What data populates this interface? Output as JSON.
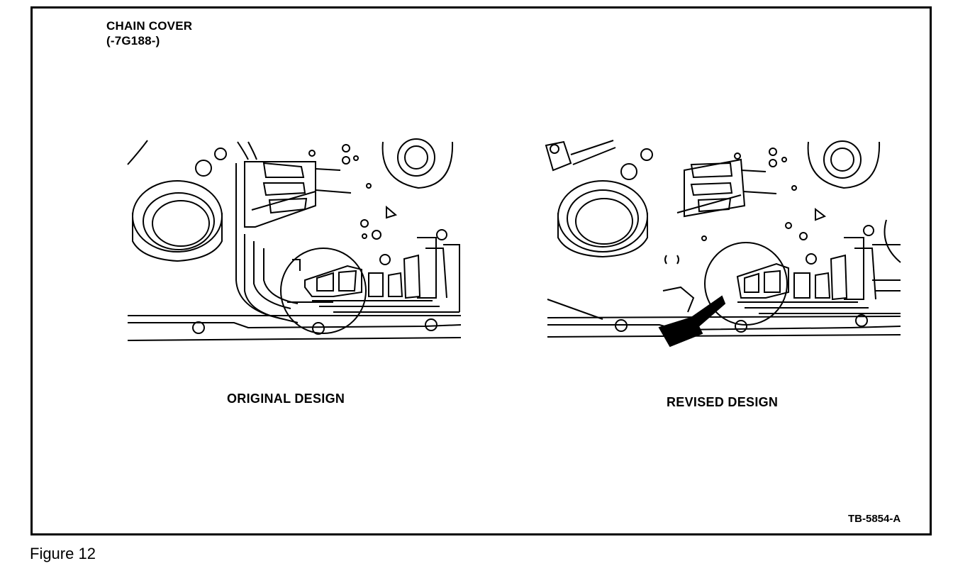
{
  "title": {
    "line1": "CHAIN COVER",
    "line2": "(-7G188-)"
  },
  "views": [
    {
      "label": "ORIGINAL DESIGN"
    },
    {
      "label": "REVISED DESIGN"
    }
  ],
  "reference": "TB-5854-A",
  "figure": "Figure 12"
}
